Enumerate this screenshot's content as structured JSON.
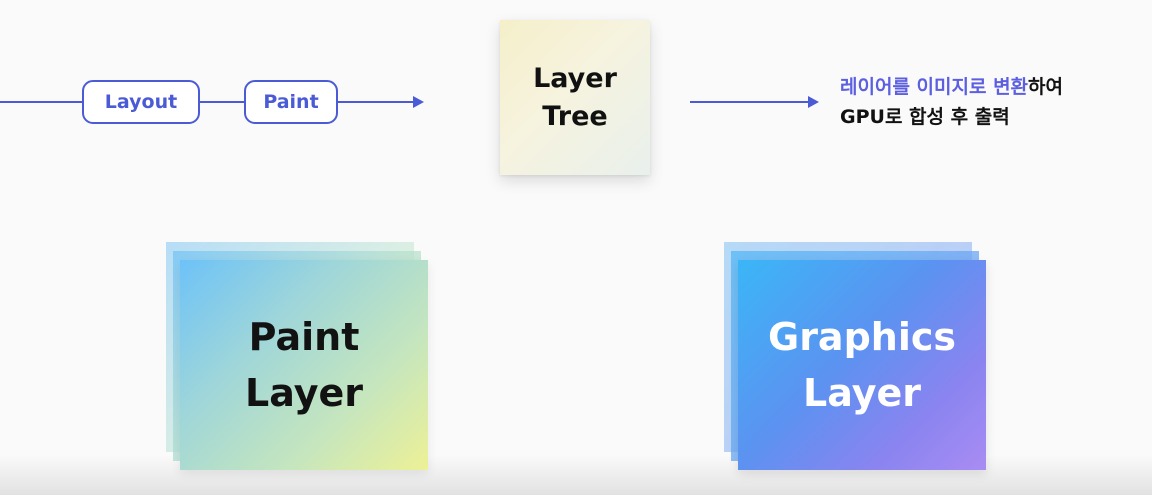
{
  "pipeline": {
    "layout_label": "Layout",
    "paint_label": "Paint"
  },
  "layer_tree": {
    "line1": "Layer",
    "line2": "Tree"
  },
  "caption": {
    "line1_highlight": "레이어를 이미지로 변환",
    "line1_rest": "하여",
    "line2": "GPU로 합성 후 출력"
  },
  "paint_layer": {
    "line1": "Paint",
    "line2": "Layer"
  },
  "graphics_layer": {
    "line1": "Graphics",
    "line2": "Layer"
  },
  "colors": {
    "accent": "#4b5bd6",
    "highlight": "#5b5fe0"
  }
}
